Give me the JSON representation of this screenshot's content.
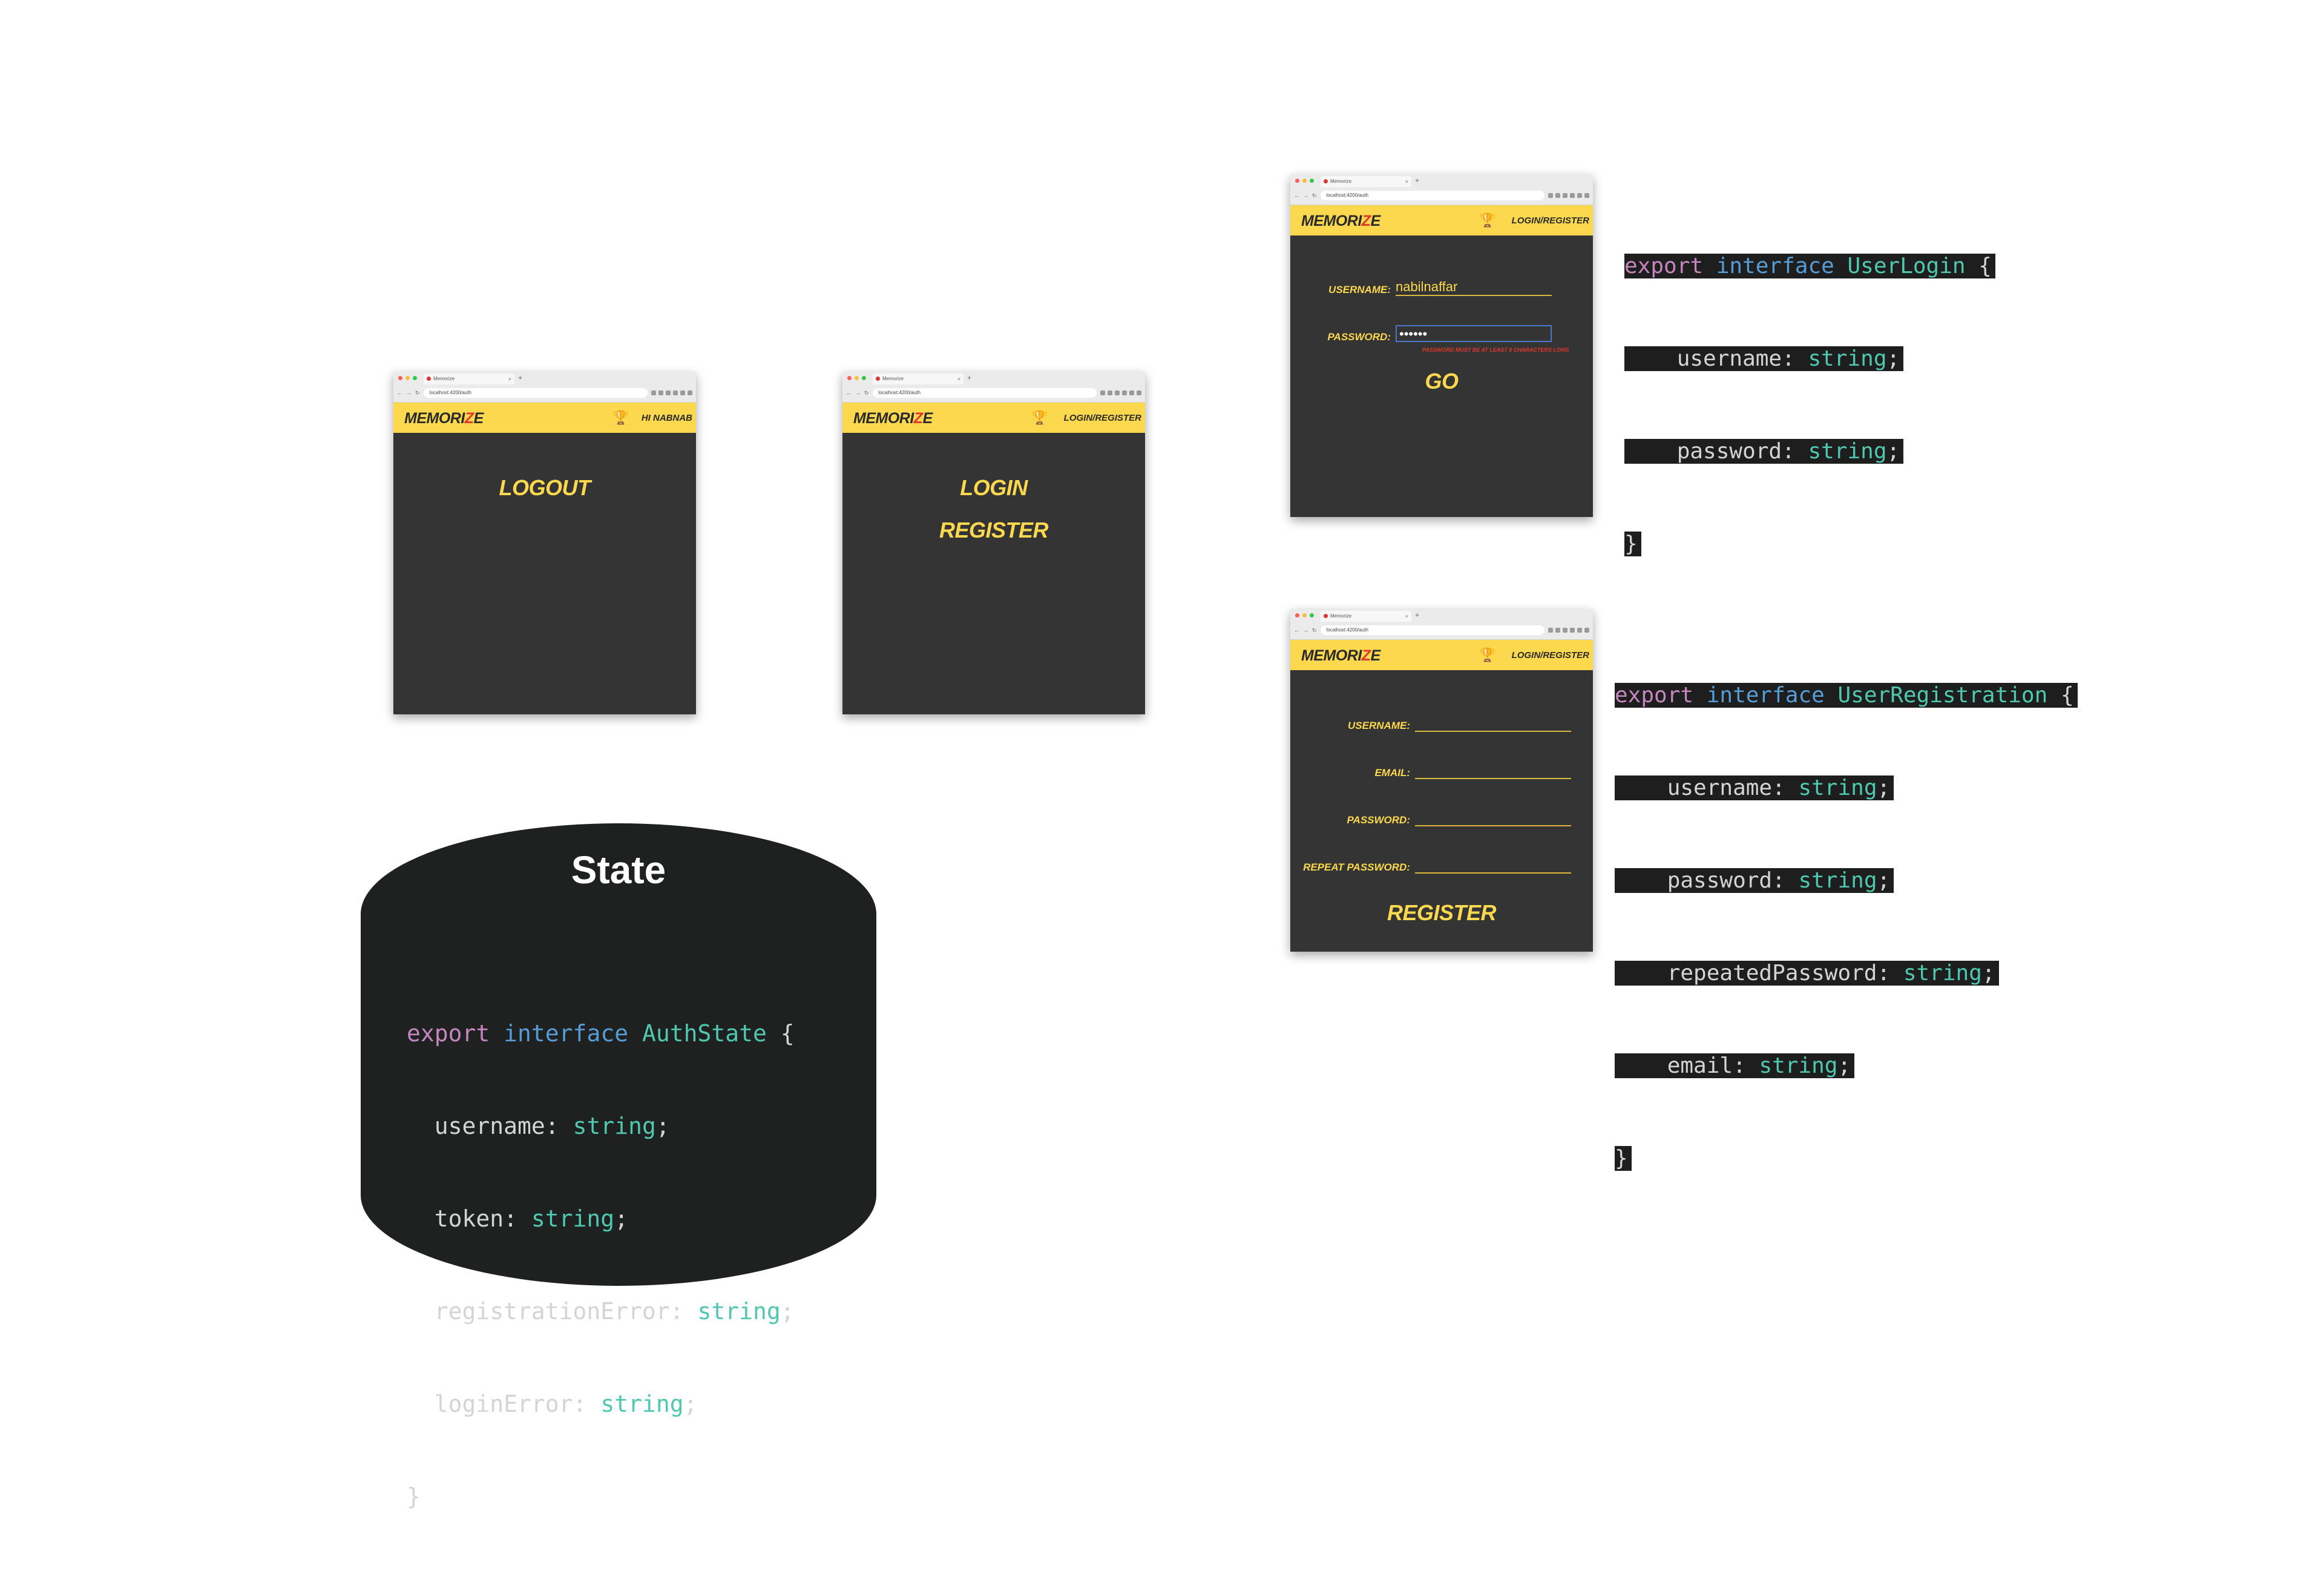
{
  "brand": {
    "prefix": "MEMORI",
    "highlight": "Z",
    "suffix": "E"
  },
  "browser": {
    "tab_title": "Memorize",
    "url": "localhost:4200/auth",
    "close": "×",
    "newtab": "+"
  },
  "windows": {
    "logged_in": {
      "nav_right": "HI NABNAB",
      "links": [
        "LOGOUT"
      ]
    },
    "logged_out": {
      "nav_right": "LOGIN/REGISTER",
      "links": [
        "LOGIN",
        "REGISTER"
      ]
    },
    "login_form": {
      "nav_right": "LOGIN/REGISTER",
      "username_label": "USERNAME:",
      "username_value": "nabilnaffar",
      "password_label": "PASSWORD:",
      "password_value": "••••••",
      "error": "PASSWORD MUST BE AT LEAST 8 CHARACTERS LONG",
      "submit": "GO"
    },
    "register_form": {
      "nav_right": "LOGIN/REGISTER",
      "labels": [
        "USERNAME:",
        "EMAIL:",
        "PASSWORD:",
        "REPEAT PASSWORD:"
      ],
      "submit": "REGISTER"
    }
  },
  "code_user_login": {
    "line1": {
      "kw": "export",
      "kw2": "interface",
      "name": "UserLogin",
      "brace": "{"
    },
    "fields": [
      {
        "name": "username",
        "type": "string"
      },
      {
        "name": "password",
        "type": "string"
      }
    ],
    "close": "}"
  },
  "code_user_registration": {
    "line1": {
      "kw": "export",
      "kw2": "interface",
      "name": "UserRegistration",
      "brace": "{"
    },
    "fields": [
      {
        "name": "username",
        "type": "string"
      },
      {
        "name": "password",
        "type": "string"
      },
      {
        "name": "repeatedPassword",
        "type": "string"
      },
      {
        "name": "email",
        "type": "string"
      }
    ],
    "close": "}"
  },
  "state": {
    "title": "State",
    "line1": {
      "kw": "export",
      "kw2": "interface",
      "name": "AuthState",
      "brace": "{"
    },
    "fields": [
      {
        "name": "username",
        "type": "string"
      },
      {
        "name": "token",
        "type": "string"
      },
      {
        "name": "registrationError",
        "type": "string"
      },
      {
        "name": "loginError",
        "type": "string"
      }
    ],
    "close": "}"
  },
  "colors": {
    "accent": "#fbd84d",
    "panel": "#343434",
    "error": "#e0382b",
    "code_bg": "#1e1e1e"
  }
}
